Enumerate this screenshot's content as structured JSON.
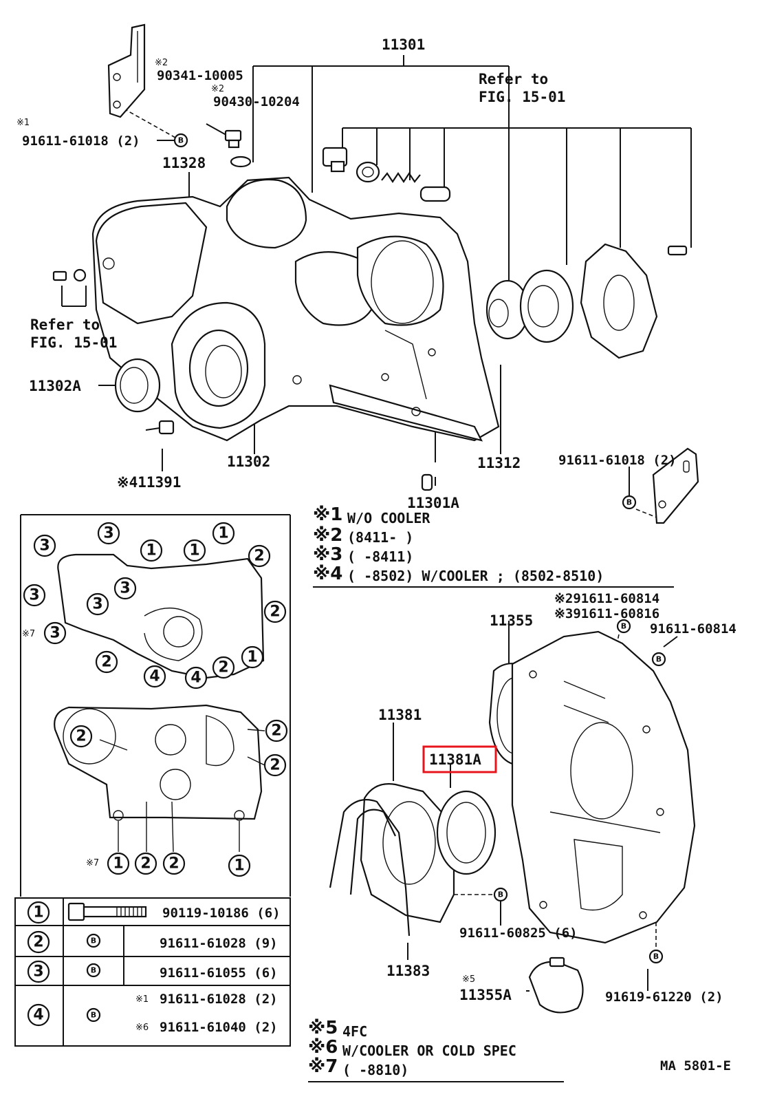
{
  "labels": {
    "p11301": "11301",
    "refer_top": "Refer to",
    "fig_top": "FIG. 15-01",
    "m2a": "※2",
    "p90341": "90341-10005",
    "m2b": "※2",
    "p90430": "90430-10204",
    "m1": "※1",
    "p91611_tl": "91611-61018 (2)",
    "p11328": "11328",
    "refer_left": "Refer to",
    "fig_left": "FIG. 15-01",
    "p11302A": "11302A",
    "p11302": "11302",
    "p11312": "11312",
    "p91611_r": "91611-61018 (2)",
    "p11391": "※411391",
    "p11301A": "11301A",
    "p11355": "11355",
    "p91611_60814_a": "※291611-60814",
    "p91611_60816": "※391611-60816",
    "p91611_60814_b": "91611-60814",
    "p11381": "11381",
    "p11381A": "11381A",
    "p91611_60825": "91611-60825 (6)",
    "p11383": "11383",
    "m5": "※5",
    "p11355A": "11355A",
    "p91619": "91619-61220 (2)",
    "m7": "※7",
    "m7b": "※7",
    "ma": "MA 5801-E"
  },
  "notes_top": [
    {
      "mark": "※1",
      "text": "W/O COOLER"
    },
    {
      "mark": "※2",
      "text": "(8411-      )"
    },
    {
      "mark": "※3",
      "text": "(      -8411)"
    },
    {
      "mark": "※4",
      "text": "(      -8502) W/COOLER ; (8502-8510)"
    }
  ],
  "notes_bottom": [
    {
      "mark": "※5",
      "text": "4FC"
    },
    {
      "mark": "※6",
      "text": "W/COOLER OR COLD SPEC"
    },
    {
      "mark": "※7",
      "text": "(      -8810)"
    }
  ],
  "callouts": {
    "c1": "1",
    "c2": "2",
    "c3": "3",
    "c4": "4",
    "b": "B"
  },
  "table": {
    "rows": [
      {
        "num": "1",
        "part": "90119-10186 (6)"
      },
      {
        "num": "2",
        "part": "91611-61028 (9)"
      },
      {
        "num": "3",
        "part": "91611-61055 (6)"
      },
      {
        "num": "4",
        "part_a": "91611-61028 (2)",
        "mark_a": "※1",
        "part_b": "91611-61040 (2)",
        "mark_b": "※6"
      }
    ]
  },
  "highlight_color": "#e8141c"
}
